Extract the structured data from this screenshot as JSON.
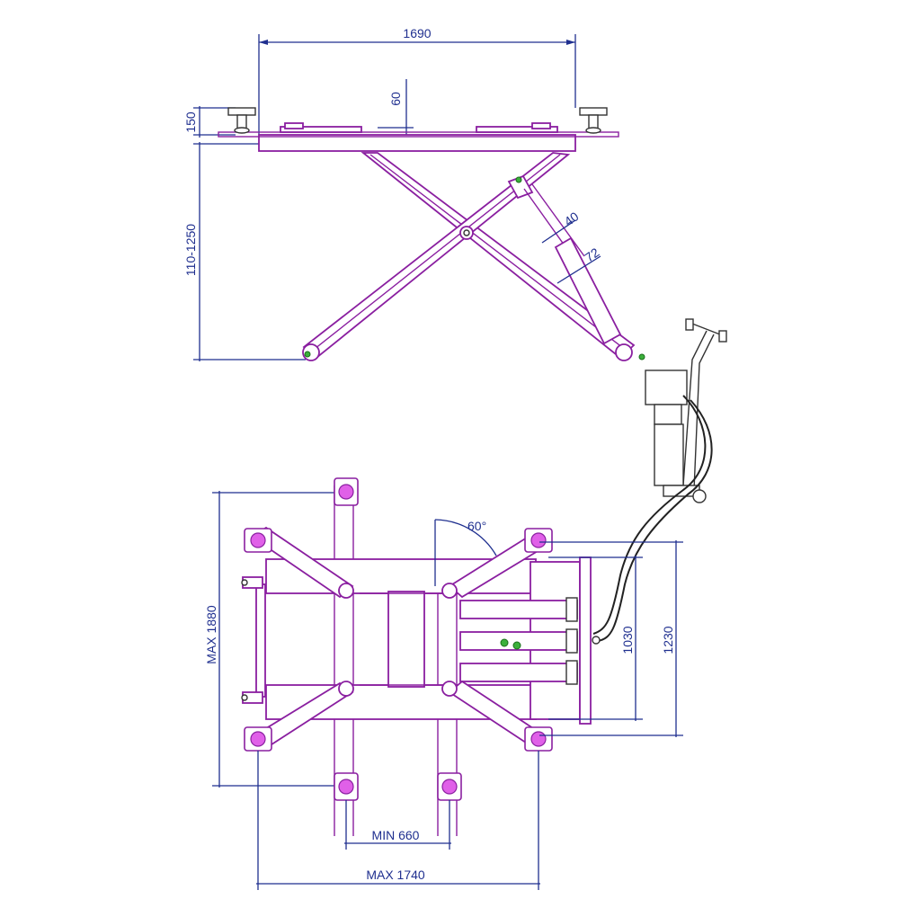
{
  "side_view": {
    "width_label": "1690",
    "pad_height_label": "150",
    "platform_thickness_label": "60",
    "height_range_label": "110-1250",
    "cylinder_label_1": "40",
    "cylinder_label_2": "72"
  },
  "top_view": {
    "angle_label": "60°",
    "max_depth_label": "MAX 1880",
    "inner_width_label": "1030",
    "outer_width_label": "1230",
    "min_span_label": "MIN 660",
    "max_span_label": "MAX 1740"
  },
  "colors": {
    "dimension_lines": "#1f2f8f",
    "structure_outline": "#8a1fa0",
    "pad_fill": "#e060e8",
    "fitting_green": "#3bb03b"
  }
}
